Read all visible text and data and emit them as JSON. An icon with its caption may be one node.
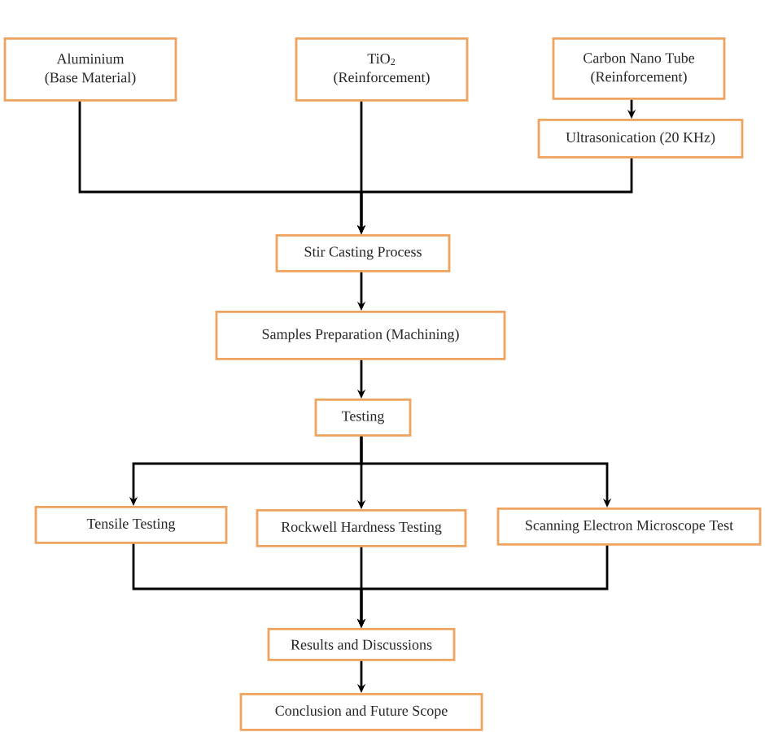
{
  "diagram": {
    "nodes": [
      {
        "text": [
          "Aluminium",
          "(Base Material)"
        ]
      },
      {
        "text": [
          "TiO$_{2}$",
          "(Reinforcement)"
        ]
      },
      {
        "text": [
          "Carbon Nano Tube",
          "(Reinforcement)"
        ]
      },
      {
        "text": [
          "Ultrasonication (20 KHz)"
        ]
      },
      {
        "text": [
          "Stir Casting Process"
        ]
      },
      {
        "text": [
          "Samples Preparation (Machining)"
        ]
      },
      {
        "text": [
          "Testing"
        ]
      },
      {
        "text": [
          "Tensile Testing"
        ]
      },
      {
        "text": [
          "Rockwell Hardness Testing"
        ]
      },
      {
        "text": [
          "Scanning Electron Microscope Test"
        ]
      },
      {
        "text": [
          "Results and Discussions"
        ]
      },
      {
        "text": [
          "Conclusion and Future Scope"
        ]
      }
    ],
    "edges": [
      {
        "from": 0,
        "to": 4,
        "arrow": "to"
      },
      {
        "from": 1,
        "to": 4,
        "arrow": "to"
      },
      {
        "from": 3,
        "to": 4,
        "arrow": "to"
      },
      {
        "from": 2,
        "to": 3,
        "arrow": "to"
      },
      {
        "from": 4,
        "to": 5,
        "arrow": "to"
      },
      {
        "from": 5,
        "to": 6,
        "arrow": "to"
      },
      {
        "from": 6,
        "to": 7,
        "arrow": "to"
      },
      {
        "from": 6,
        "to": 8,
        "arrow": "to"
      },
      {
        "from": 6,
        "to": 9,
        "arrow": "to"
      },
      {
        "from": 7,
        "to": 10,
        "arrow": "to"
      },
      {
        "from": 8,
        "to": 10,
        "arrow": "to"
      },
      {
        "from": 9,
        "to": 10,
        "arrow": "to"
      },
      {
        "from": 10,
        "to": 11,
        "arrow": "to"
      }
    ]
  }
}
